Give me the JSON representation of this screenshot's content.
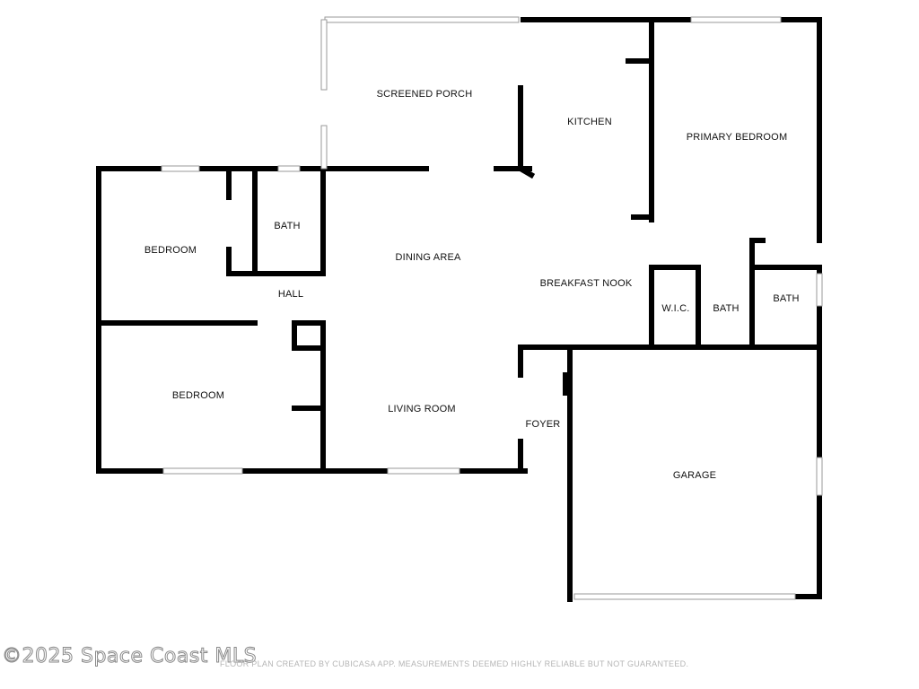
{
  "rooms": {
    "screened_porch": "SCREENED PORCH",
    "kitchen": "KITCHEN",
    "primary_bedroom": "PRIMARY BEDROOM",
    "bedroom_upper": "BEDROOM",
    "bath_upper": "BATH",
    "dining_area": "DINING AREA",
    "breakfast_nook": "BREAKFAST NOOK",
    "hall": "HALL",
    "wic": "W.I.C.",
    "primary_bath": "BATH",
    "bath_right": "BATH",
    "bedroom_lower": "BEDROOM",
    "living_room": "LIVING ROOM",
    "foyer": "FOYER",
    "garage": "GARAGE"
  },
  "footer": {
    "watermark": "©2025 Space Coast MLS",
    "disclaimer": "FLOOR PLAN CREATED BY CUBICASA APP. MEASUREMENTS DEEMED HIGHLY RELIABLE BUT NOT GUARANTEED."
  }
}
